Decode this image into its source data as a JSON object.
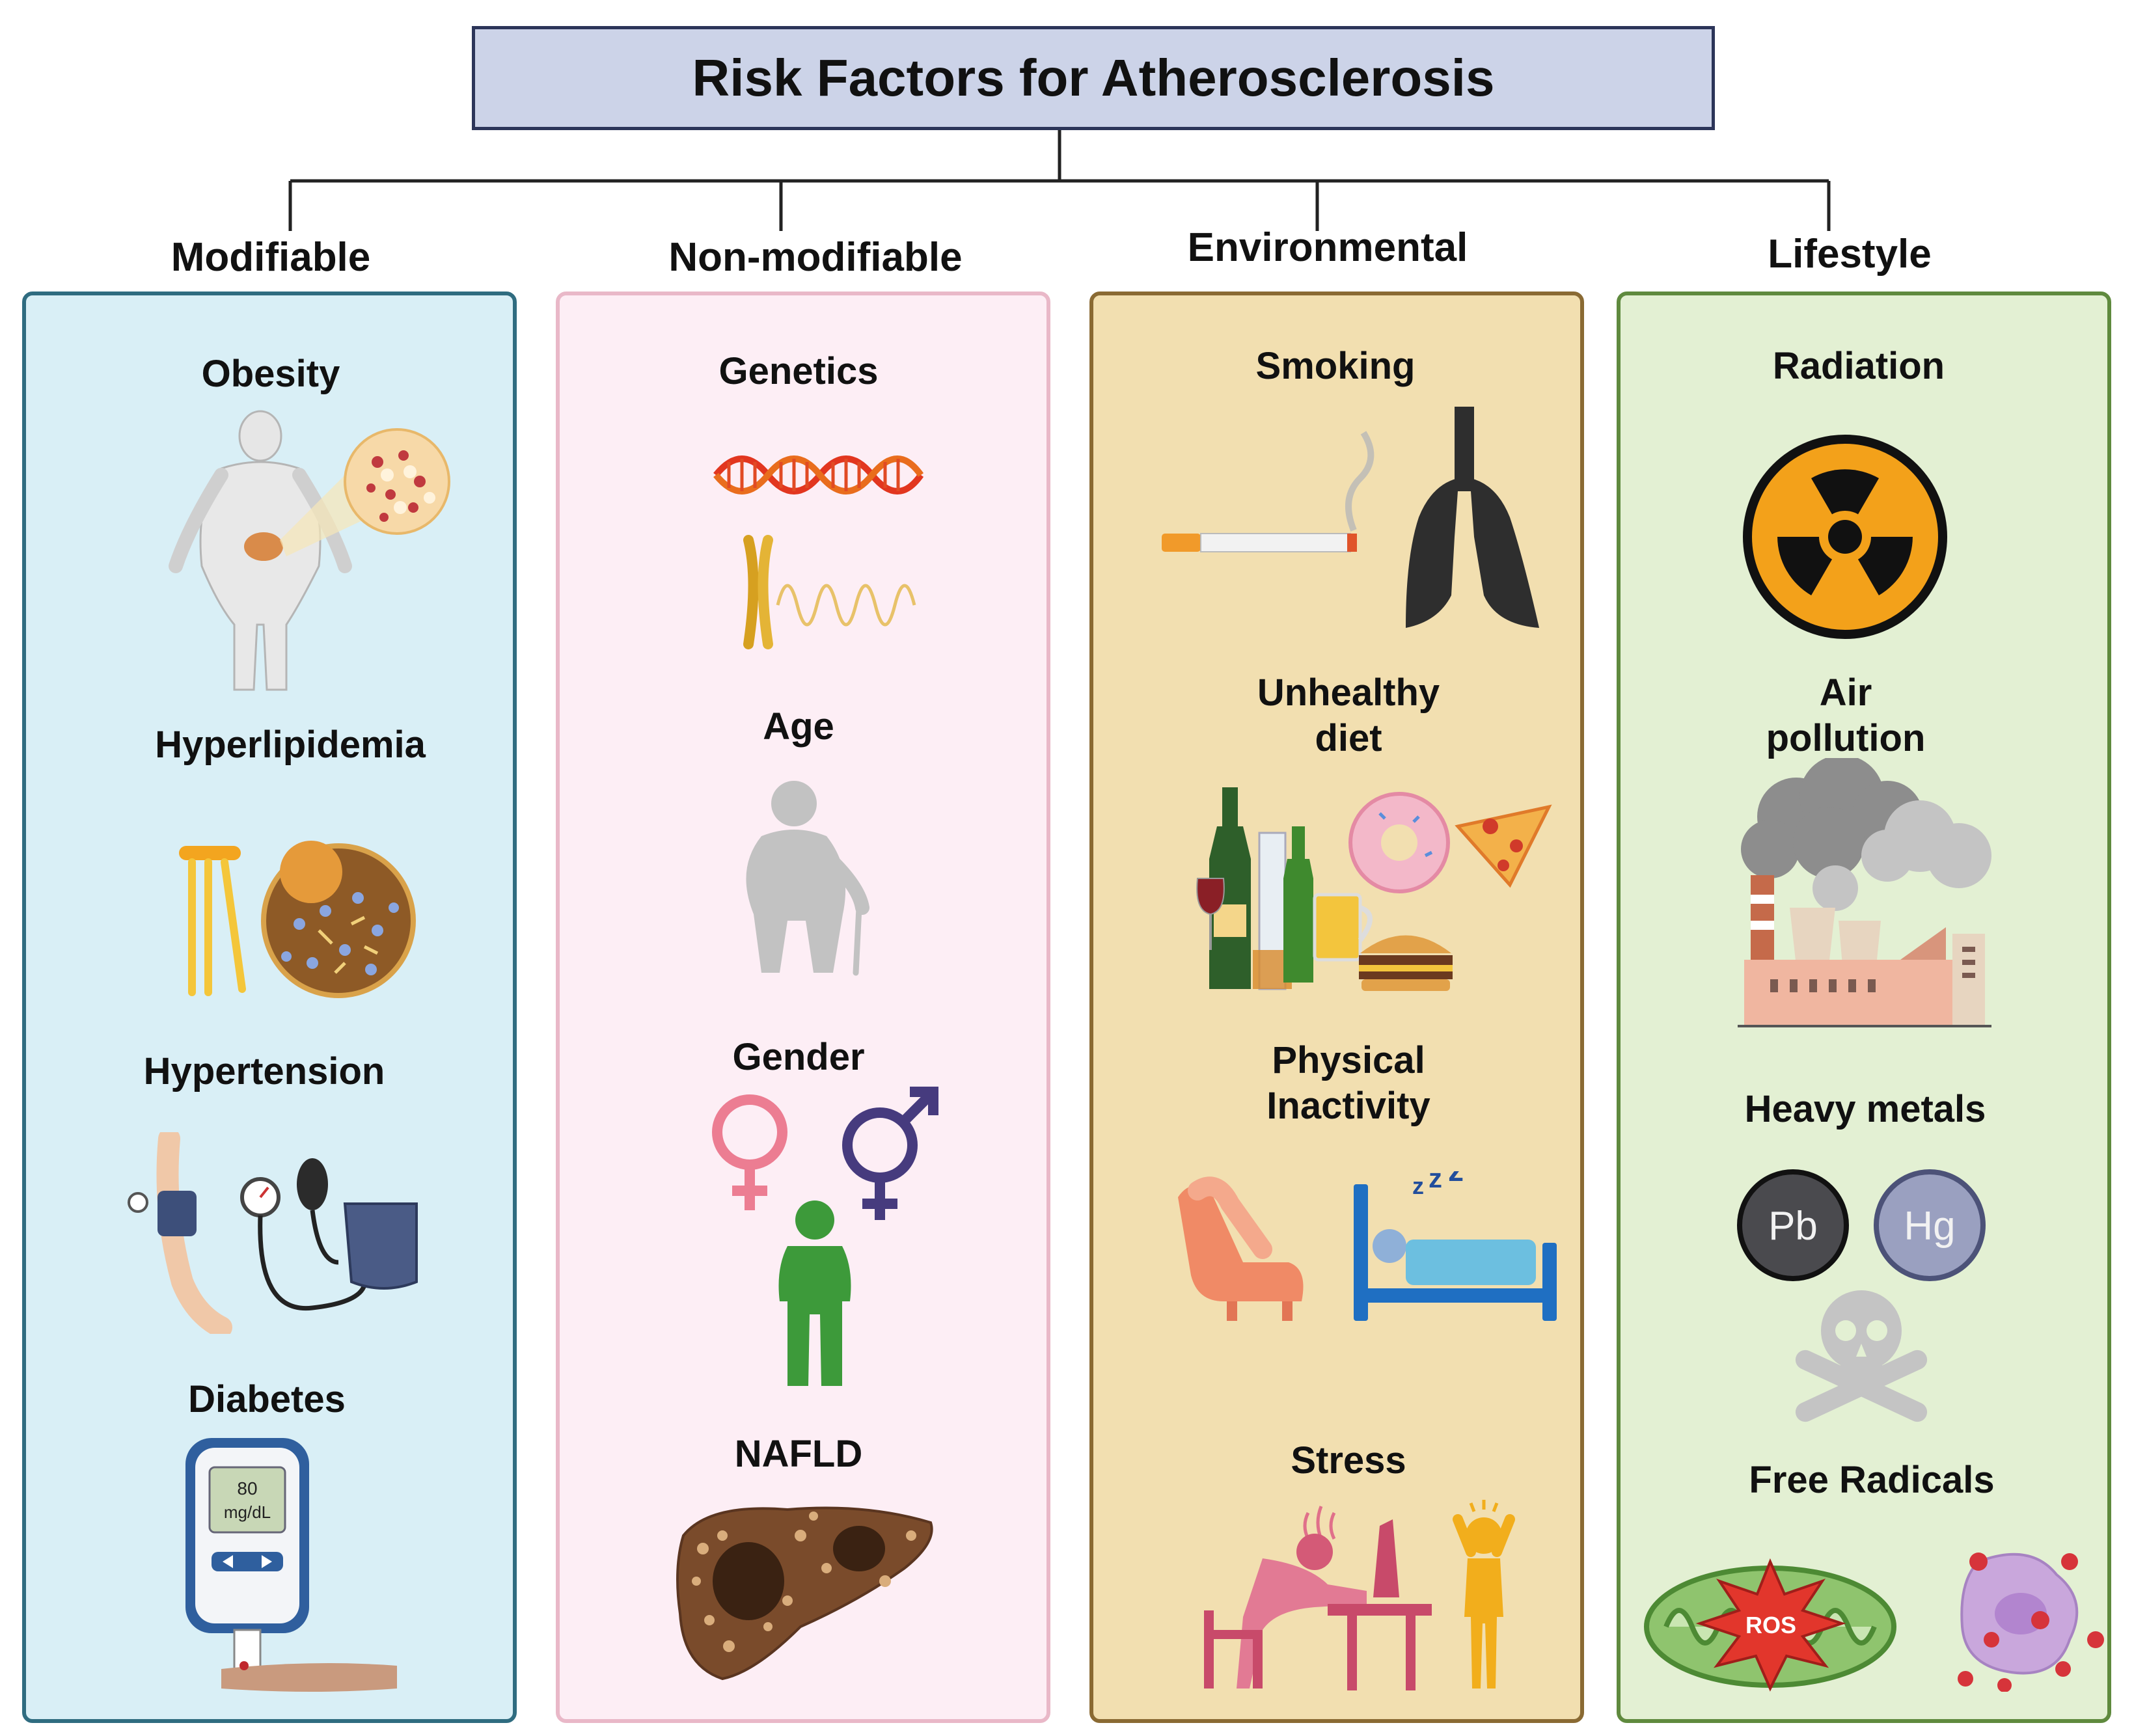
{
  "title": "Risk Factors for Atherosclerosis",
  "categories": [
    {
      "label": "Modifiable",
      "color": "#d9eff6",
      "items": [
        {
          "label": "Obesity"
        },
        {
          "label": "Hyperlipidemia"
        },
        {
          "label": "Hypertension"
        },
        {
          "label": "Diabetes",
          "device_reading": "80",
          "device_unit": "mg/dL"
        }
      ]
    },
    {
      "label": "Non-modifiable",
      "color": "#fdeef5",
      "items": [
        {
          "label": "Genetics"
        },
        {
          "label": "Age"
        },
        {
          "label": "Gender"
        },
        {
          "label": "NAFLD"
        }
      ]
    },
    {
      "label": "Environmental",
      "color": "#f2dfb0",
      "items": [
        {
          "label": "Smoking"
        },
        {
          "label": "Unhealthy diet"
        },
        {
          "label": "Physical Inactivity"
        },
        {
          "label": "Stress"
        }
      ]
    },
    {
      "label": "Lifestyle",
      "color": "#e3f0d3",
      "items": [
        {
          "label": "Radiation"
        },
        {
          "label": "Air pollution"
        },
        {
          "label": "Heavy metals",
          "element_1": "Pb",
          "element_2": "Hg"
        },
        {
          "label": "Free Radicals",
          "badge": "ROS"
        }
      ]
    }
  ],
  "icons": [
    "human-body-fat-cell-icon",
    "phospholipid-lipoprotein-icon",
    "blood-pressure-cuff-icon",
    "glucose-meter-icon",
    "dna-chromosome-icon",
    "elderly-person-cane-icon",
    "gender-symbols-icon",
    "fatty-liver-icon",
    "cigarette-lungs-icon",
    "junk-food-alcohol-icon",
    "recliner-bed-icon",
    "stressed-person-icon",
    "radiation-hazard-icon",
    "factory-smoke-icon",
    "skull-crossbones-icon",
    "mitochondria-ros-icon"
  ]
}
